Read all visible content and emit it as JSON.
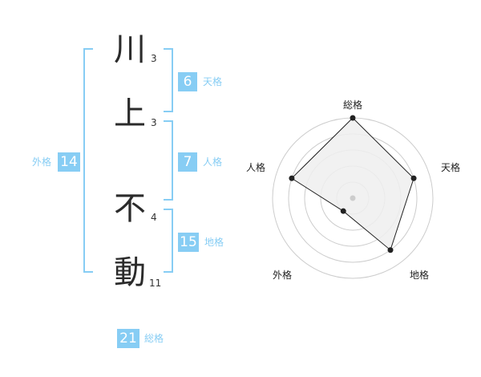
{
  "characters": [
    {
      "char": "川",
      "strokes": "3"
    },
    {
      "char": "上",
      "strokes": "3"
    },
    {
      "char": "不",
      "strokes": "4"
    },
    {
      "char": "動",
      "strokes": "11"
    }
  ],
  "fortune": {
    "tenkaku": {
      "value": "6",
      "label": "天格"
    },
    "jinkaku": {
      "value": "7",
      "label": "人格"
    },
    "chikaku": {
      "value": "15",
      "label": "地格"
    },
    "gaikaku": {
      "value": "14",
      "label": "外格"
    },
    "soukaku": {
      "value": "21",
      "label": "総格"
    }
  },
  "radar": {
    "axes": [
      "総格",
      "天格",
      "地格",
      "外格",
      "人格"
    ],
    "levels": 5,
    "values": [
      5,
      4,
      4,
      1,
      4
    ],
    "colors": {
      "stroke": "#222222",
      "fill": "#efefef",
      "grid": "#cccccc",
      "center": "#cccccc"
    }
  },
  "colors": {
    "accent": "#87cdf4"
  }
}
